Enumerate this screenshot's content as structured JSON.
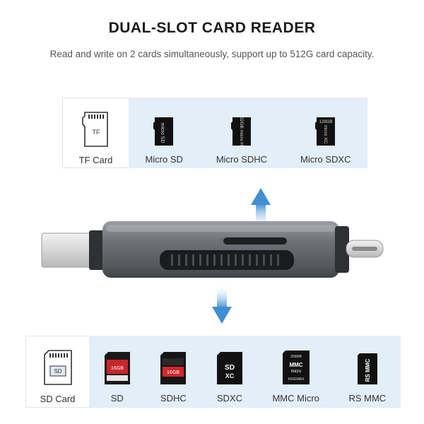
{
  "header": {
    "title": "DUAL-SLOT CARD READER",
    "subtitle": "Read and write on 2 cards simultaneously, support up to 512G card capacity."
  },
  "top_panel": {
    "head": {
      "label": "TF Card",
      "icon_text": "TF",
      "icon": "tf-card-icon"
    },
    "cards": [
      {
        "label": "Micro SD",
        "icon": "micro-sd-card-icon",
        "card_text": "micro SD"
      },
      {
        "label": "Micro SDHC",
        "icon": "micro-sdhc-card-icon",
        "card_text": "32GB micro HC"
      },
      {
        "label": "Micro SDXC",
        "icon": "micro-sdxc-card-icon",
        "card_text": "128GB micro XC"
      }
    ]
  },
  "bottom_panel": {
    "head": {
      "label": "SD Card",
      "icon_text": "SD",
      "icon": "sd-card-icon"
    },
    "cards": [
      {
        "label": "SD",
        "icon": "sd-card-photo-icon",
        "card_text": "16GB"
      },
      {
        "label": "SDHC",
        "icon": "sdhc-card-photo-icon",
        "card_text": "16GB"
      },
      {
        "label": "SDXC",
        "icon": "sdxc-card-photo-icon",
        "card_text": "SD XC"
      },
      {
        "label": "MMC Micro",
        "icon": "mmc-micro-card-icon",
        "card_text": "256MB MMC micro KINGMAX"
      },
      {
        "label": "RS MMC",
        "icon": "rs-mmc-card-icon",
        "card_text": "RS MMC"
      }
    ]
  },
  "colors": {
    "panel_bg": "#e2eef8",
    "arrow": "#3f8fd2",
    "device_body": "#6b6e73"
  }
}
